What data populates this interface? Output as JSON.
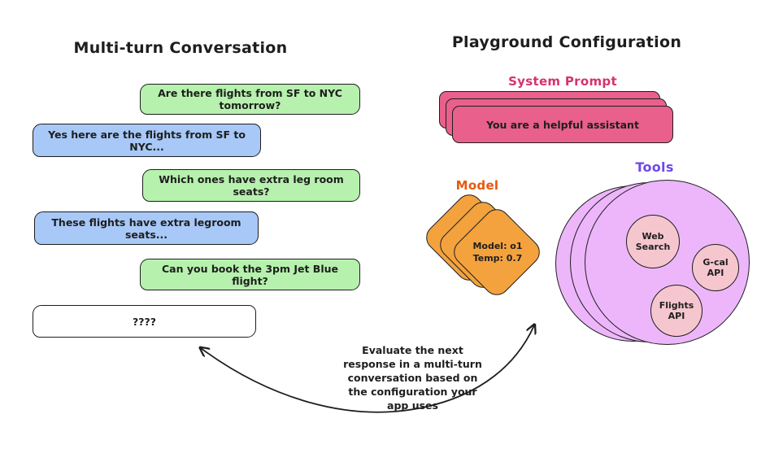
{
  "left": {
    "title": "Multi-turn Conversation",
    "messages": [
      {
        "role": "user",
        "text": "Are there  flights from SF to NYC tomorrow?"
      },
      {
        "role": "assistant",
        "text": "Yes here are the flights from SF to NYC..."
      },
      {
        "role": "user",
        "text": "Which ones have extra leg room seats?"
      },
      {
        "role": "assistant",
        "text": "These flights have extra legroom seats..."
      },
      {
        "role": "user",
        "text": "Can you book the 3pm Jet Blue flight?"
      },
      {
        "role": "pending",
        "text": "????"
      }
    ]
  },
  "right": {
    "title": "Playground Configuration",
    "system_prompt": {
      "label": "System Prompt",
      "text": "You are a helpful assistant"
    },
    "model": {
      "label": "Model",
      "line1": "Model: o1",
      "line2": "Temp:  0.7"
    },
    "tools": {
      "label": "Tools",
      "items": [
        "Web Search",
        "G-cal API",
        "Flights API"
      ]
    }
  },
  "annotation": {
    "text": "Evaluate the next response in a multi-turn conversation based on the configuration your app uses"
  },
  "colors": {
    "user_bubble": "#b7f1ae",
    "assistant_bubble": "#a8c8f7",
    "pending_bubble": "#ffffff",
    "system_prompt_fill": "#e9608d",
    "system_prompt_label": "#d6336c",
    "model_fill": "#f3a23e",
    "model_label": "#e8590c",
    "tools_fill": "#edb6fb",
    "tools_label": "#7048e8",
    "tool_item_fill": "#f6c6cf",
    "stroke": "#1e1e1e"
  }
}
